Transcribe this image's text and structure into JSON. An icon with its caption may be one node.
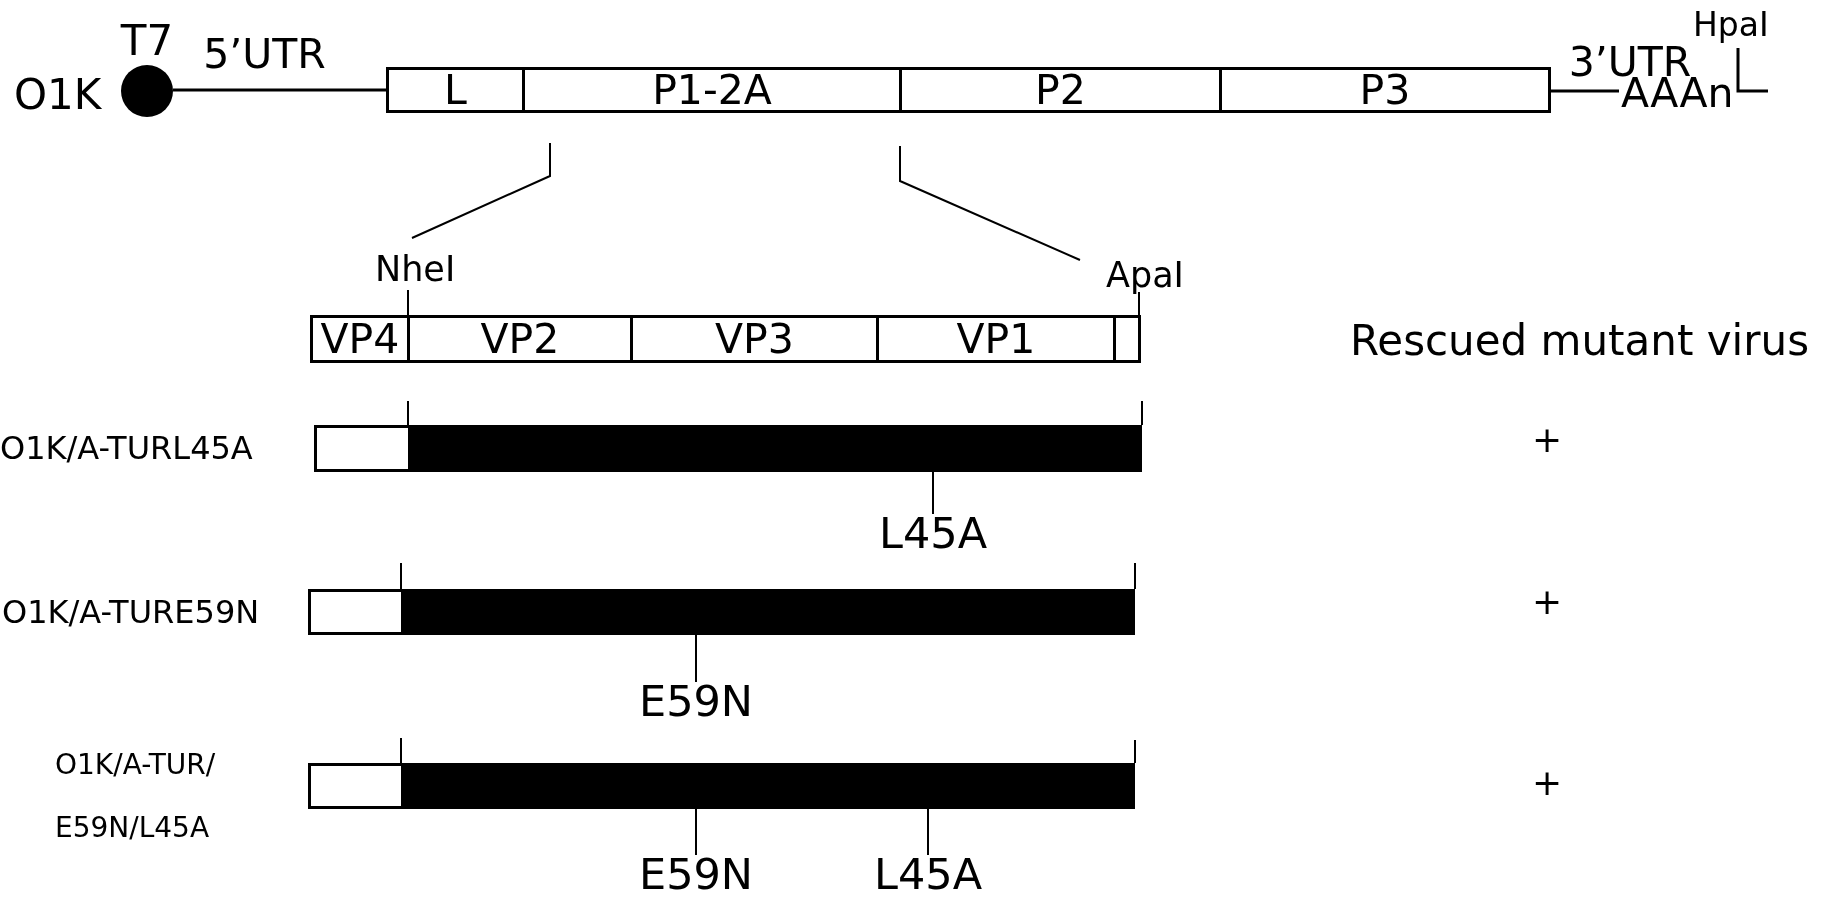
{
  "diagram": {
    "nodes": [
      {
        "text": [],
        "shape": "circle",
        "beside": [
          "T7",
          "O1K"
        ]
      },
      {
        "text": [
          "L"
        ]
      },
      {
        "text": [
          "P1-2A"
        ]
      },
      {
        "text": [
          "P2"
        ]
      },
      {
        "text": [
          "P3"
        ]
      },
      {
        "text": [
          "AAAn"
        ]
      },
      {
        "text": [
          "VP4"
        ]
      },
      {
        "text": [
          "VP2"
        ]
      },
      {
        "text": [
          "VP3"
        ]
      },
      {
        "text": [
          "VP1"
        ]
      },
      {
        "text": [],
        "shape": "box"
      },
      {
        "text": [],
        "shape": "bar"
      },
      {
        "text": [
          "L45A"
        ]
      },
      {
        "text": [],
        "shape": "bar"
      },
      {
        "text": [
          "E59N"
        ]
      },
      {
        "text": [],
        "shape": "bar"
      },
      {
        "text": [
          "E59N"
        ]
      },
      {
        "text": [
          "L45A"
        ]
      }
    ],
    "edges": [
      {
        "from": 0,
        "to": 1,
        "arrow": "none",
        "label": "5’UTR"
      },
      {
        "from": 4,
        "to": 5,
        "arrow": "none",
        "label": "3’UTR"
      },
      {
        "from": 12,
        "to": 11,
        "arrow": "none"
      },
      {
        "from": 14,
        "to": 13,
        "arrow": "none"
      },
      {
        "from": 16,
        "to": 15,
        "arrow": "none"
      },
      {
        "from": 17,
        "to": 15,
        "arrow": "none"
      }
    ],
    "labels": [
      "HpaI",
      "NheI",
      "ApaI",
      "Rescued mutant virus",
      "O1K/A-TURL45A",
      "+",
      "O1K/A-TURE59N",
      "+",
      "O1K/A-TUR/ E59N/L45A",
      "+"
    ]
  }
}
